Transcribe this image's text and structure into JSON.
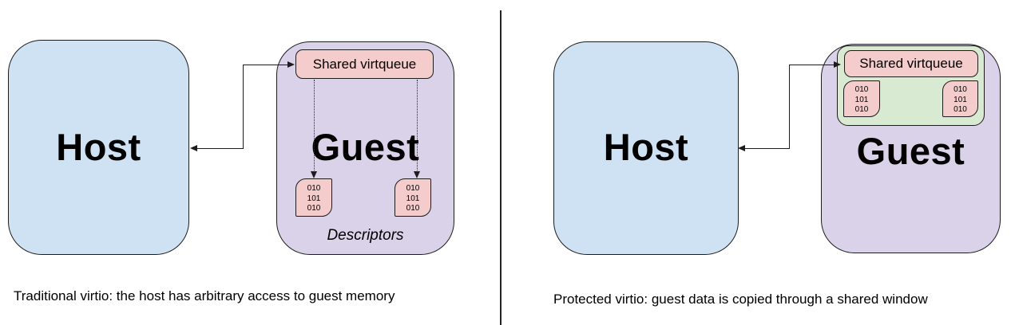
{
  "palette": {
    "host_fill": "#cfe2f3",
    "guest_fill": "#d9d2e9",
    "virtqueue_fill": "#f4cccc",
    "window_fill": "#d9ead3",
    "line_color": "#1c1c1c"
  },
  "left_panel": {
    "host_label": "Host",
    "guest_label": "Guest",
    "virtqueue_label": "Shared virtqueue",
    "descriptors_label": "Descriptors",
    "descriptor_bits": [
      "010",
      "101",
      "010"
    ],
    "caption": "Traditional virtio: the host has arbitrary access to guest memory"
  },
  "right_panel": {
    "host_label": "Host",
    "guest_label": "Guest",
    "virtqueue_label": "Shared virtqueue",
    "descriptor_bits": [
      "010",
      "101",
      "010"
    ],
    "caption": "Protected virtio: guest data is copied through a shared window"
  }
}
